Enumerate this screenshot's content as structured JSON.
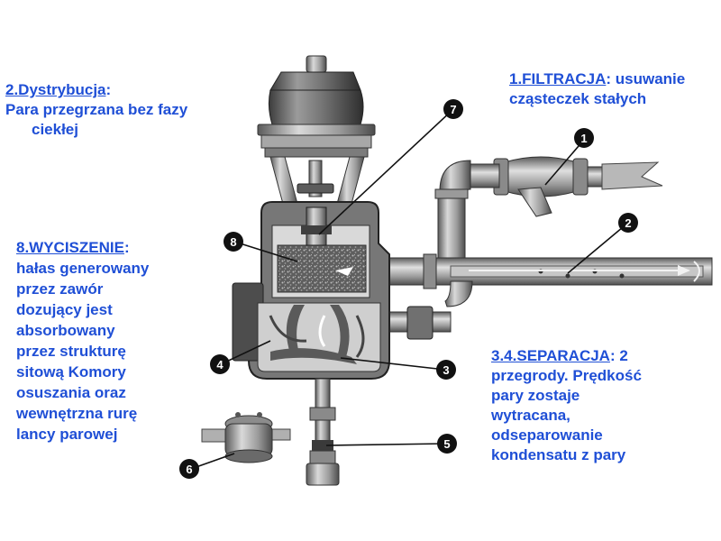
{
  "labels": {
    "dystrybucja": {
      "title": "2.Dystrybucja",
      "colon": ":",
      "line1": "Para przegrzana bez fazy",
      "line2": "ciekłej"
    },
    "filtracja": {
      "title": "1.FILTRACJA",
      "rest": ": usuwanie",
      "line2": "cząsteczek stałych"
    },
    "wyciszenie": {
      "title": "8.WYCISZENIE",
      "colon": ":",
      "lines": [
        "hałas generowany",
        "przez zawór",
        "dozujący jest",
        "absorbowany",
        "przez strukturę",
        "sitową Komory",
        "osuszania oraz",
        "wewnętrzna rurę",
        "lancy parowej"
      ]
    },
    "separacja": {
      "title": "3.4.SEPARACJA",
      "rest": ": 2",
      "lines": [
        "przegrody. Prędkość",
        "pary zostaje",
        "wytracana,",
        "odseparowanie",
        "kondensatu z pary"
      ]
    }
  },
  "callouts": [
    "1",
    "2",
    "3",
    "4",
    "5",
    "6",
    "7",
    "8"
  ],
  "colors": {
    "text": "#1f4fd6",
    "metal_dark": "#4a4a4a",
    "metal_mid": "#8d8d8d",
    "metal_light": "#d6d6d6",
    "callout_fill": "#111111"
  }
}
